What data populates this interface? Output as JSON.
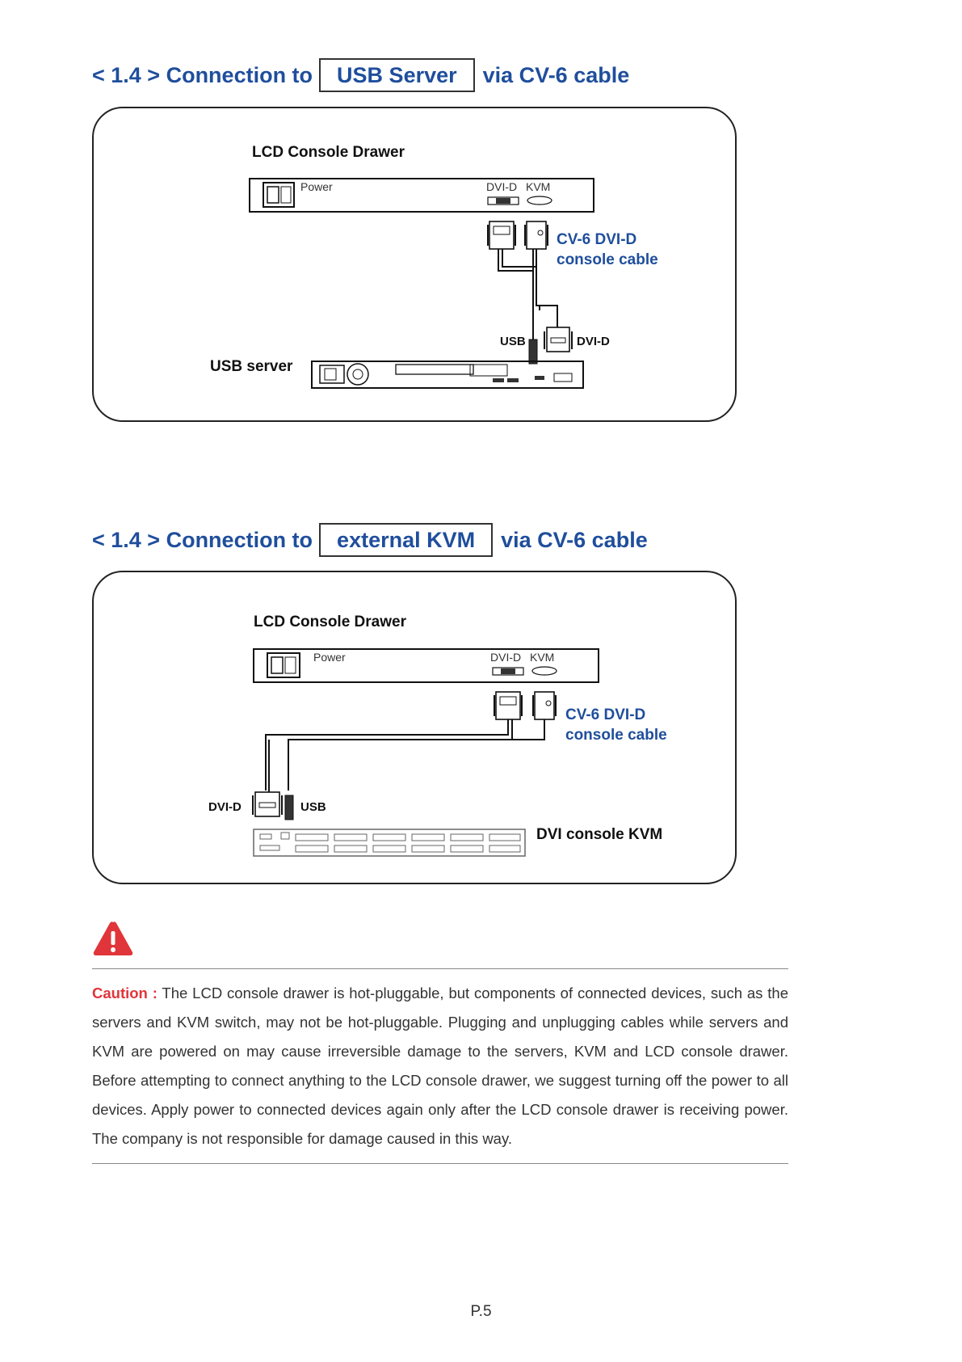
{
  "section1": {
    "title_prefix": "< 1.4 > Connection to",
    "title_boxed": "USB Server",
    "title_suffix": "via CV-6 cable",
    "drawer_label": "LCD Console Drawer",
    "power_label": "Power",
    "dvid_port_label": "DVI-D",
    "kvm_port_label": "KVM",
    "cable_label_line1": "CV-6 DVI-D",
    "cable_label_line2": "console cable",
    "usb_label": "USB",
    "dvid_label": "DVI-D",
    "server_label": "USB server"
  },
  "section2": {
    "title_prefix": "< 1.4 > Connection to",
    "title_boxed": "external KVM",
    "title_suffix": "via CV-6 cable",
    "drawer_label": "LCD Console Drawer",
    "power_label": "Power",
    "dvid_port_label": "DVI-D",
    "kvm_port_label": "KVM",
    "cable_label_line1": "CV-6 DVI-D",
    "cable_label_line2": "console cable",
    "dvid_label": "DVI-D",
    "usb_label": "USB",
    "kvm_label": "DVI console KVM"
  },
  "caution": {
    "label": "Caution :",
    "text": " The LCD console drawer is hot-pluggable, but components of connected devices, such as the servers and KVM switch, may not be hot-pluggable. Plugging and unplugging cables while servers and KVM are powered on may cause irreversible damage to the servers, KVM and LCD console drawer. Before attempting to connect anything to the LCD console drawer, we suggest turning off the power to all devices. Apply power to connected devices again only after the LCD console drawer is receiving power. The company is not responsible for damage caused in this way.",
    "icon": "warning-triangle-icon",
    "color": "#e0353a"
  },
  "page_number": "P.5",
  "colors": {
    "title_blue": "#1f4e9c",
    "caution_red": "#e0353a"
  }
}
